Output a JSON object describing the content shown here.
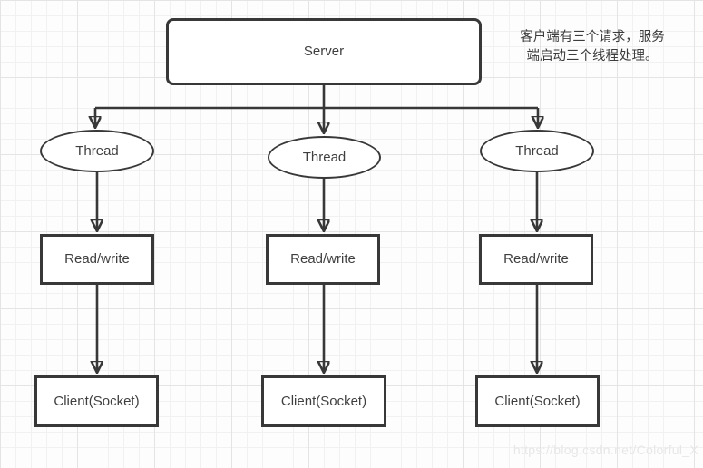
{
  "diagram": {
    "server": {
      "label": "Server"
    },
    "threads": [
      {
        "label": "Thread"
      },
      {
        "label": "Thread"
      },
      {
        "label": "Thread"
      }
    ],
    "readwrite": [
      {
        "label": "Read/write"
      },
      {
        "label": "Read/write"
      },
      {
        "label": "Read/write"
      }
    ],
    "clients": [
      {
        "label": "Client(Socket)"
      },
      {
        "label": "Client(Socket)"
      },
      {
        "label": "Client(Socket)"
      }
    ],
    "annotation": {
      "line1": "客户端有三个请求，服务",
      "line2": "端启动三个线程处理。"
    },
    "watermark": "https://blog.csdn.net/Colorful_X",
    "colors": {
      "stroke": "#383838",
      "text": "#3f3f3f",
      "bg": "#fdfdfd",
      "grid_minor": "#f1f1f1",
      "grid_major": "#e4e4e4",
      "node_fill": "#ffffff",
      "watermark": "#e7e7e7"
    }
  }
}
